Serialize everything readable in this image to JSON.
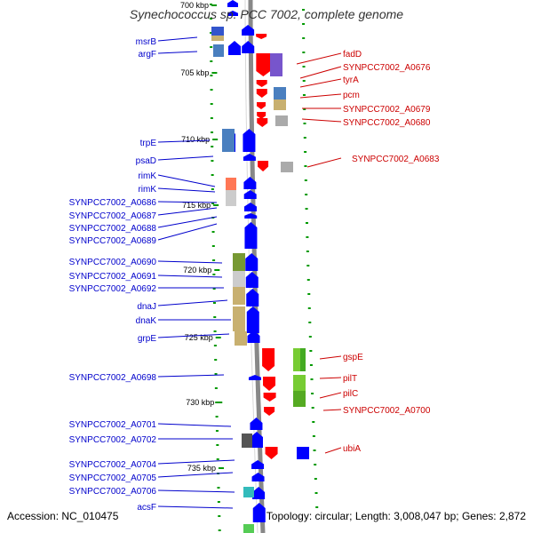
{
  "title": "Synechococcus sp. PCC 7002, complete genome",
  "accession": "Accession: NC_010475",
  "summary": "Topology: circular; Length: 3,008,047 bp; Genes: 2,872",
  "colors": {
    "forward": "#0000ff",
    "reverse": "#ff0000",
    "backbone": "#888888",
    "tick": "#009900"
  },
  "ticks": [
    {
      "label": "700 kbp"
    },
    {
      "label": "705 kbp"
    },
    {
      "label": "710 kbp"
    },
    {
      "label": "715 kbp"
    },
    {
      "label": "720 kbp"
    },
    {
      "label": "725 kbp"
    },
    {
      "label": "730 kbp"
    },
    {
      "label": "735 kbp"
    }
  ],
  "forward_labels": [
    "msrB",
    "argF",
    "trpE",
    "psaD",
    "rimK",
    "rimK",
    "SYNPCC7002_A0686",
    "SYNPCC7002_A0687",
    "SYNPCC7002_A0688",
    "SYNPCC7002_A0689",
    "SYNPCC7002_A0690",
    "SYNPCC7002_A0691",
    "SYNPCC7002_A0692",
    "dnaJ",
    "dnaK",
    "grpE",
    "SYNPCC7002_A0698",
    "SYNPCC7002_A0701",
    "SYNPCC7002_A0702",
    "SYNPCC7002_A0704",
    "SYNPCC7002_A0705",
    "SYNPCC7002_A0706",
    "acsF"
  ],
  "reverse_labels": [
    "fadD",
    "SYNPCC7002_A0676",
    "tyrA",
    "pcm",
    "SYNPCC7002_A0679",
    "SYNPCC7002_A0680",
    "SYNPCC7002_A0683",
    "gspE",
    "pilT",
    "pilC",
    "SYNPCC7002_A0700",
    "ubiA"
  ]
}
